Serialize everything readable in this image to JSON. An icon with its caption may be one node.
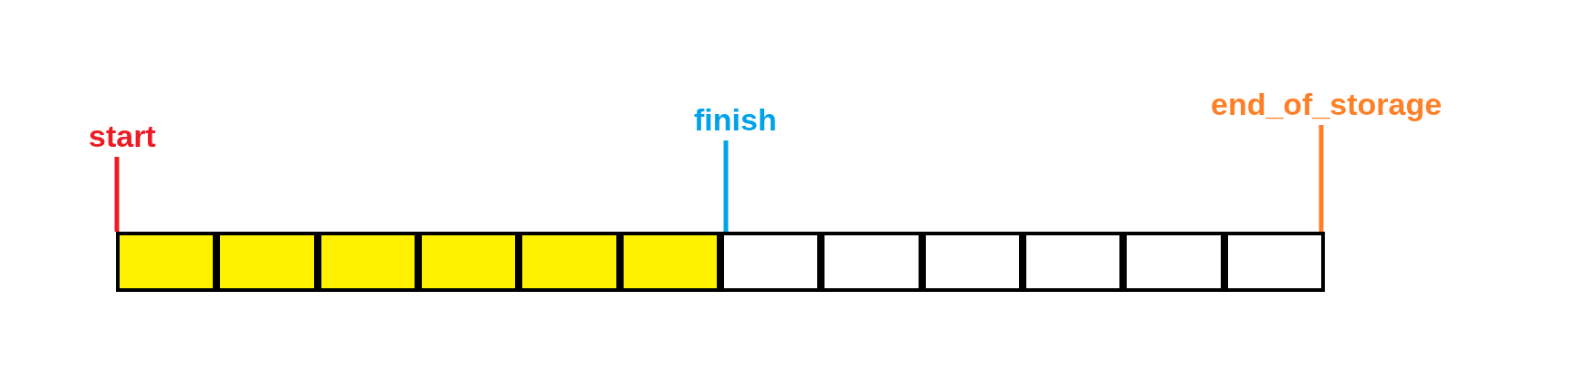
{
  "diagram": {
    "nodes": [
      {
        "text": [
          "start"
        ]
      },
      {
        "text": [
          "finish"
        ]
      },
      {
        "text": [
          "end_of_storage"
        ]
      },
      {
        "text": [],
        "shape": "box"
      },
      {
        "text": [],
        "shape": "box"
      },
      {
        "text": [],
        "shape": "box"
      },
      {
        "text": [],
        "shape": "box"
      },
      {
        "text": [],
        "shape": "box"
      },
      {
        "text": [],
        "shape": "box"
      },
      {
        "text": [],
        "shape": "box"
      },
      {
        "text": [],
        "shape": "box"
      },
      {
        "text": [],
        "shape": "box"
      },
      {
        "text": [],
        "shape": "box"
      },
      {
        "text": [],
        "shape": "box"
      },
      {
        "text": [],
        "shape": "box"
      }
    ],
    "edges": [
      {
        "from": 0,
        "to": 3,
        "arrow": "none",
        "color": "#ed1c24"
      },
      {
        "from": 1,
        "to": 9,
        "arrow": "none",
        "color": "#00a2e8"
      },
      {
        "from": 2,
        "to": 14,
        "arrow": "none",
        "color": "#ff7f27"
      }
    ]
  }
}
